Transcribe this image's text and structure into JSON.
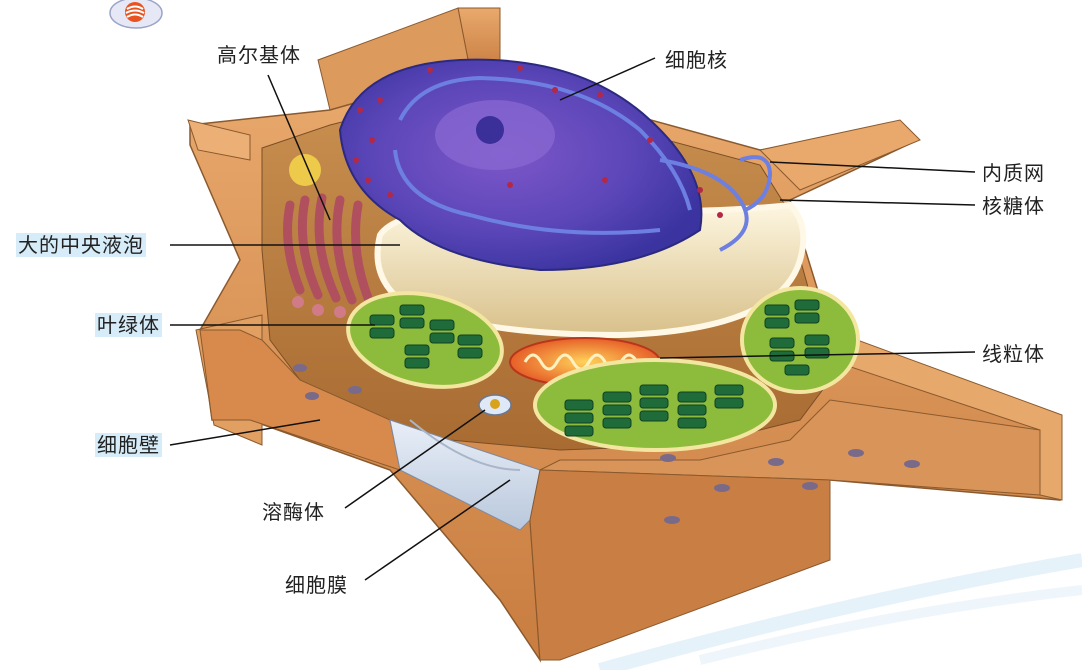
{
  "labels": {
    "golgi": "高尔基体",
    "nucleus": "细胞核",
    "er": "内质网",
    "ribosome": "核糖体",
    "vacuole": "大的中央液泡",
    "chloroplast": "叶绿体",
    "mitochondrion": "线粒体",
    "cell_wall": "细胞壁",
    "lysosome": "溶酶体",
    "cell_membrane": "细胞膜"
  },
  "colors": {
    "cell_wall": "#d9955a",
    "cytoplasm": "#c9914c",
    "nucleus": "#4b3fb0",
    "chloroplast": "#8dbb3c",
    "grana": "#1f6b3a",
    "mitochondrion": "#e7532b",
    "golgi": "#b95a6a",
    "highlight": "#d6ecf8"
  },
  "logo_icon": "presentation-logo-icon"
}
